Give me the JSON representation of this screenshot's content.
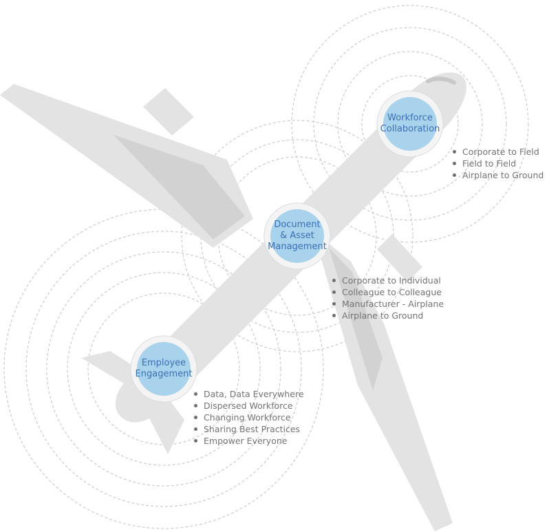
{
  "colors": {
    "airplane": "#e3e3e3",
    "airplane_shadow": "#d2d2d2",
    "ring_stroke": "#cfcfcf",
    "hub_inner": "#a9d2ec",
    "hub_text": "#3a6fb3",
    "bullet_text": "#737373"
  },
  "hubs": [
    {
      "id": "workforce-collaboration",
      "lines": [
        "Workforce",
        "Collaboration"
      ],
      "bullets": [
        "Corporate to Field",
        "Field to Field",
        "Airplane to Ground"
      ]
    },
    {
      "id": "document-asset-management",
      "lines": [
        "Document",
        "& Asset",
        "Management"
      ],
      "bullets": [
        "Corporate to Individual",
        "Colleague to Colleague",
        "Manufacturer - Airplane",
        "Airplane to Ground"
      ]
    },
    {
      "id": "employee-engagement",
      "lines": [
        "Employee",
        "Engagement"
      ],
      "bullets": [
        "Data, Data Everywhere",
        "Dispersed Workforce",
        "Changing Workforce",
        "Sharing Best Practices",
        "Empower Everyone"
      ]
    }
  ]
}
